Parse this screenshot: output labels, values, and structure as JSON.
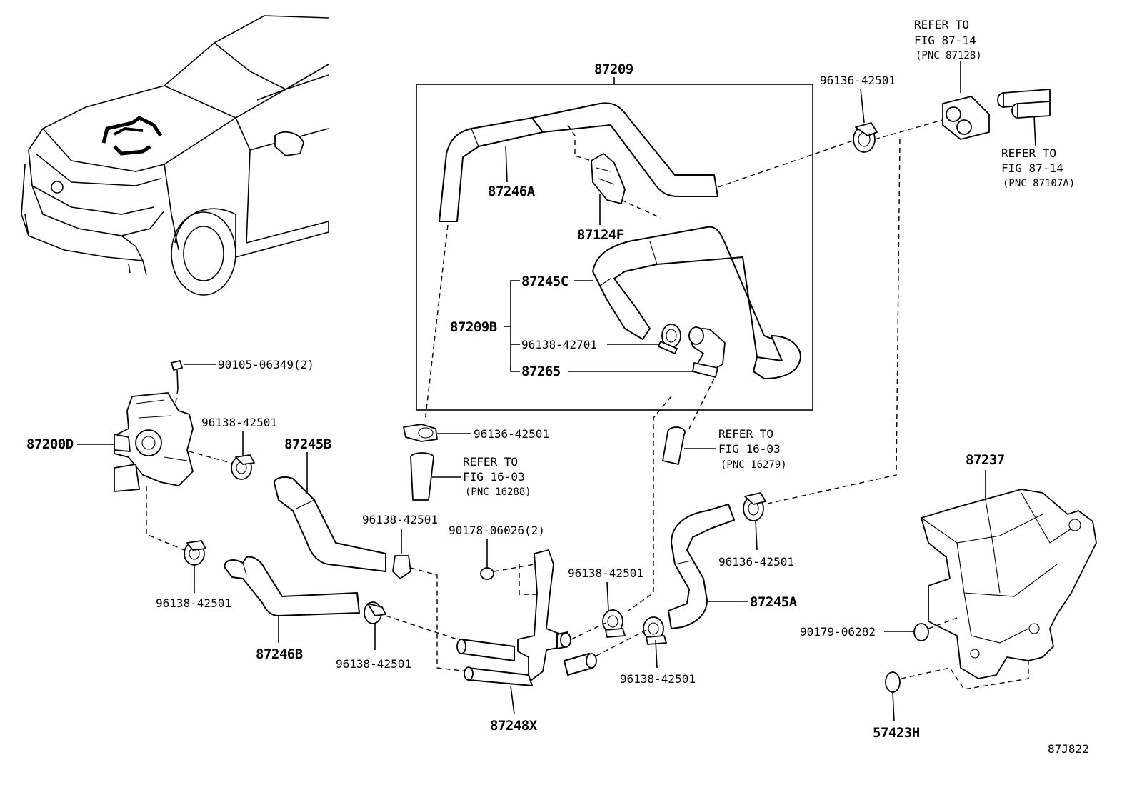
{
  "parts": {
    "p87209": "87209",
    "p96136_top": "96136-42501",
    "p87246A": "87246A",
    "p87124F": "87124F",
    "p87245C": "87245C",
    "p87209B": "87209B",
    "p96138_42701": "96138-42701",
    "p87265": "87265",
    "p90105": "90105-06349(2)",
    "p87200D": "87200D",
    "p96138_a": "96138-42501",
    "p87245B": "87245B",
    "p96136_mid": "96136-42501",
    "p96138_b": "96138-42501",
    "p90178": "90178-06026(2)",
    "p96138_c": "96138-42501",
    "p96136_right": "96136-42501",
    "p87245A": "87245A",
    "p87237": "87237",
    "p90179": "90179-06282",
    "p96138_d": "96138-42501",
    "p87246B": "87246B",
    "p96138_e": "96138-42501",
    "p96138_f": "96138-42501",
    "p87248X": "87248X",
    "p57423H": "57423H"
  },
  "refs": {
    "r1": {
      "line1": "REFER TO",
      "line2": "FIG 87-14",
      "line3": "(PNC 87128)"
    },
    "r2": {
      "line1": "REFER TO",
      "line2": "FIG 87-14",
      "line3": "(PNC 87107A)"
    },
    "r3": {
      "line1": "REFER TO",
      "line2": "FIG 16-03",
      "line3": "(PNC 16279)"
    },
    "r4": {
      "line1": "REFER TO",
      "line2": "FIG 16-03",
      "line3": "(PNC 16288)"
    }
  },
  "figure_id": "87J822"
}
